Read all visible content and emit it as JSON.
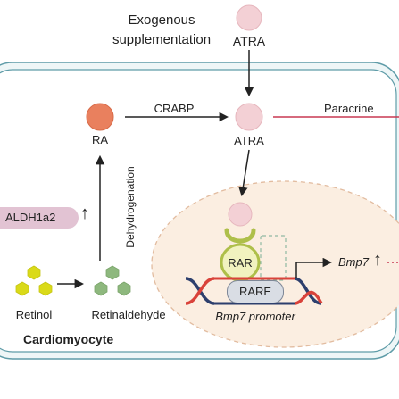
{
  "header": {
    "exogenous_line1": "Exogenous",
    "exogenous_line2": "supplementation",
    "atra_top": "ATRA"
  },
  "cell": {
    "title": "Cardiomyocyte"
  },
  "molecules": {
    "ra": "RA",
    "atra_mid": "ATRA",
    "crabp": "CRABP",
    "paracrine": "Paracrine",
    "dehydrogenation": "Dehydrogenation",
    "aldh": "ALDH1a2",
    "up_arrow": "↑",
    "retinol": "Retinol",
    "retinaldehyde": "Retinaldehyde"
  },
  "nucleus": {
    "rar": "RAR",
    "rare": "RARE",
    "bmp7": "Bmp7",
    "bmp7_up": "↑",
    "promoter": "Bmp7 promoter"
  },
  "colors": {
    "cell_border": "#5f9ca8",
    "nucleus_fill": "#fbeee1",
    "nucleus_border": "#e2bca0",
    "ra_fill": "#e9805e",
    "atra_fill": "#f3d0d5",
    "rar_fill": "#f1f2bf",
    "receptor_green": "#aebf4a",
    "hex_yellow": "#dada19",
    "hex_green": "#8eb87e",
    "dna_red": "#d9423a",
    "dna_navy": "#2d3f6d",
    "paracrine_line": "#c83852"
  }
}
